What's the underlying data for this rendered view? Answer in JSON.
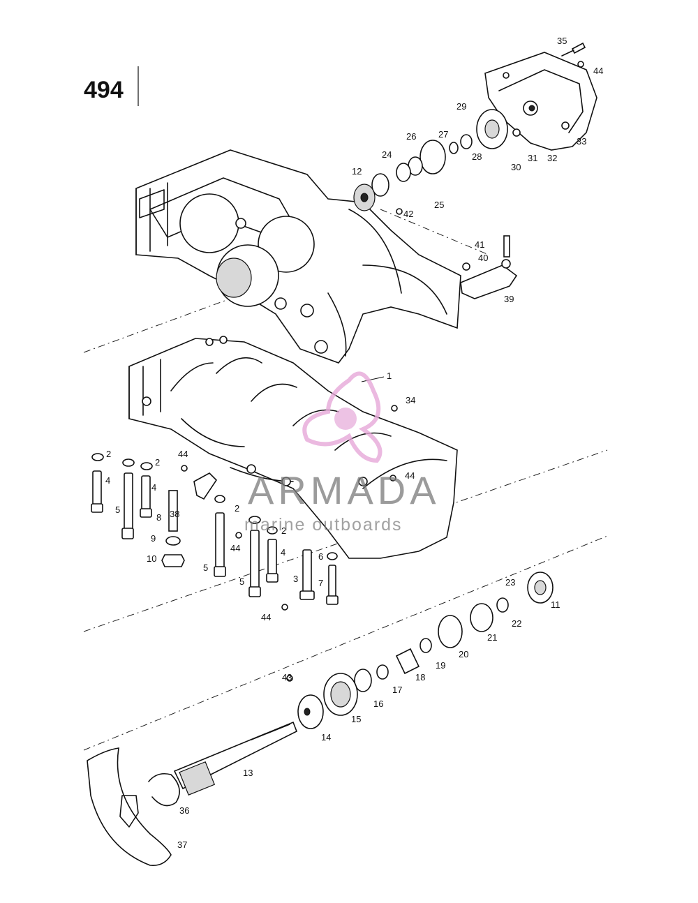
{
  "page_number": "494",
  "watermark": {
    "brand": "ARMADA",
    "tagline": "marine outboards",
    "logo_color": "#e6a8d8",
    "text_color": "#7a7a7a"
  },
  "callouts": [
    "1",
    "2",
    "3",
    "4",
    "5",
    "6",
    "7",
    "8",
    "9",
    "10",
    "11",
    "12",
    "13",
    "14",
    "15",
    "16",
    "17",
    "18",
    "19",
    "20",
    "21",
    "22",
    "23",
    "24",
    "25",
    "26",
    "27",
    "28",
    "29",
    "30",
    "31",
    "32",
    "33",
    "34",
    "35",
    "36",
    "37",
    "38",
    "39",
    "40",
    "41",
    "42",
    "43",
    "44"
  ]
}
